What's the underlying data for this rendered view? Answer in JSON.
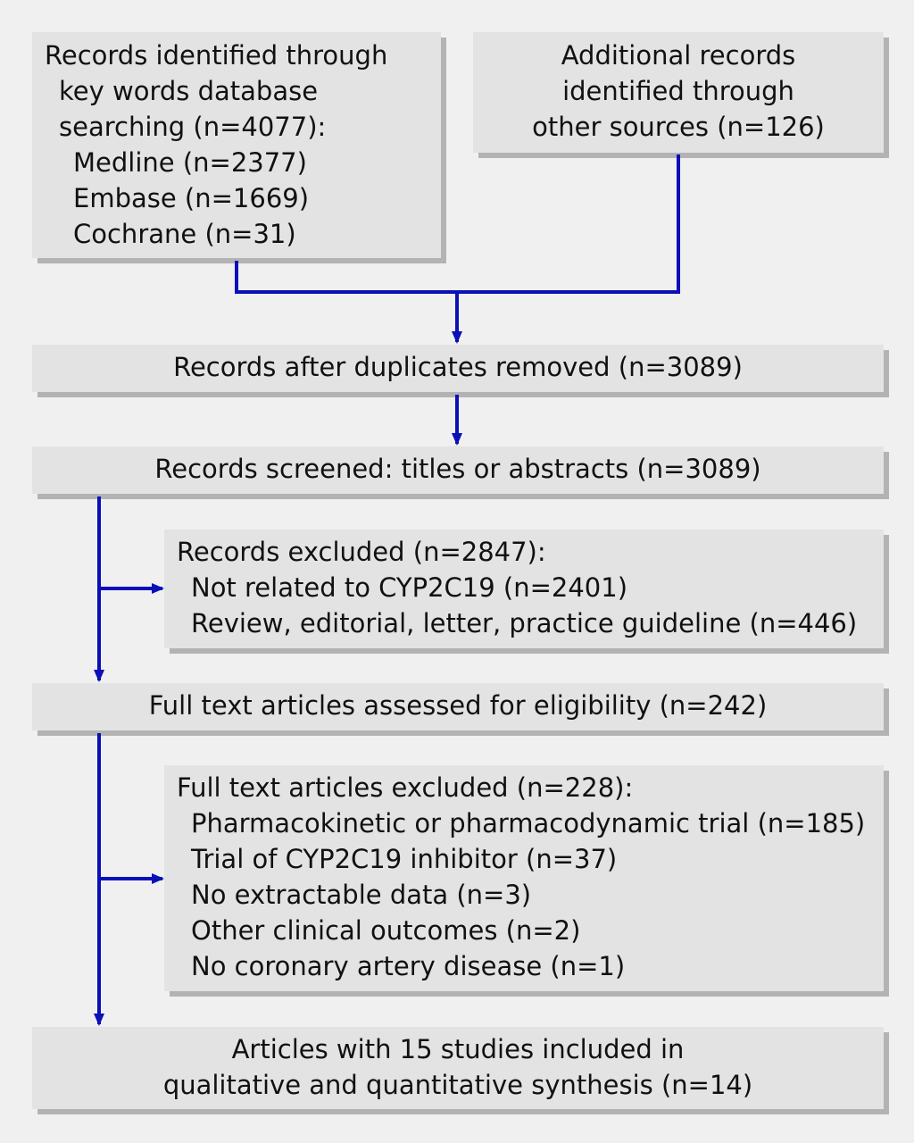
{
  "boxes": {
    "identified_db": {
      "lines": [
        "Records identified through",
        "key words database",
        "searching (n=4077):",
        "Medline (n=2377)",
        "Embase (n=1669)",
        "Cochrane (n=31)"
      ]
    },
    "identified_other": {
      "lines": [
        "Additional records",
        "identified through",
        "other sources (n=126)"
      ]
    },
    "after_duplicates": {
      "text": "Records after duplicates removed (n=3089)"
    },
    "screened": {
      "text": "Records screened: titles or abstracts (n=3089)"
    },
    "excluded_records": {
      "lines": [
        "Records excluded (n=2847):",
        "Not related to CYP2C19 (n=2401)",
        "Review, editorial, letter, practice guideline (n=446)"
      ]
    },
    "full_text_assessed": {
      "text": "Full text articles assessed for eligibility (n=242)"
    },
    "full_text_excluded": {
      "lines": [
        "Full text articles excluded (n=228):",
        "Pharmacokinetic or pharmacodynamic trial (n=185)",
        "Trial of CYP2C19 inhibitor (n=37)",
        "No extractable data (n=3)",
        "Other clinical outcomes (n=2)",
        "No coronary artery disease (n=1)"
      ]
    },
    "included": {
      "lines": [
        "Articles with 15 studies included in",
        "qualitative and quantitative synthesis (n=14)"
      ]
    }
  },
  "colors": {
    "background": "#f0f0f0",
    "box_fill": "#e3e3e3",
    "box_shadow": "#b3b3b3",
    "arrow": "#0a10b8"
  }
}
